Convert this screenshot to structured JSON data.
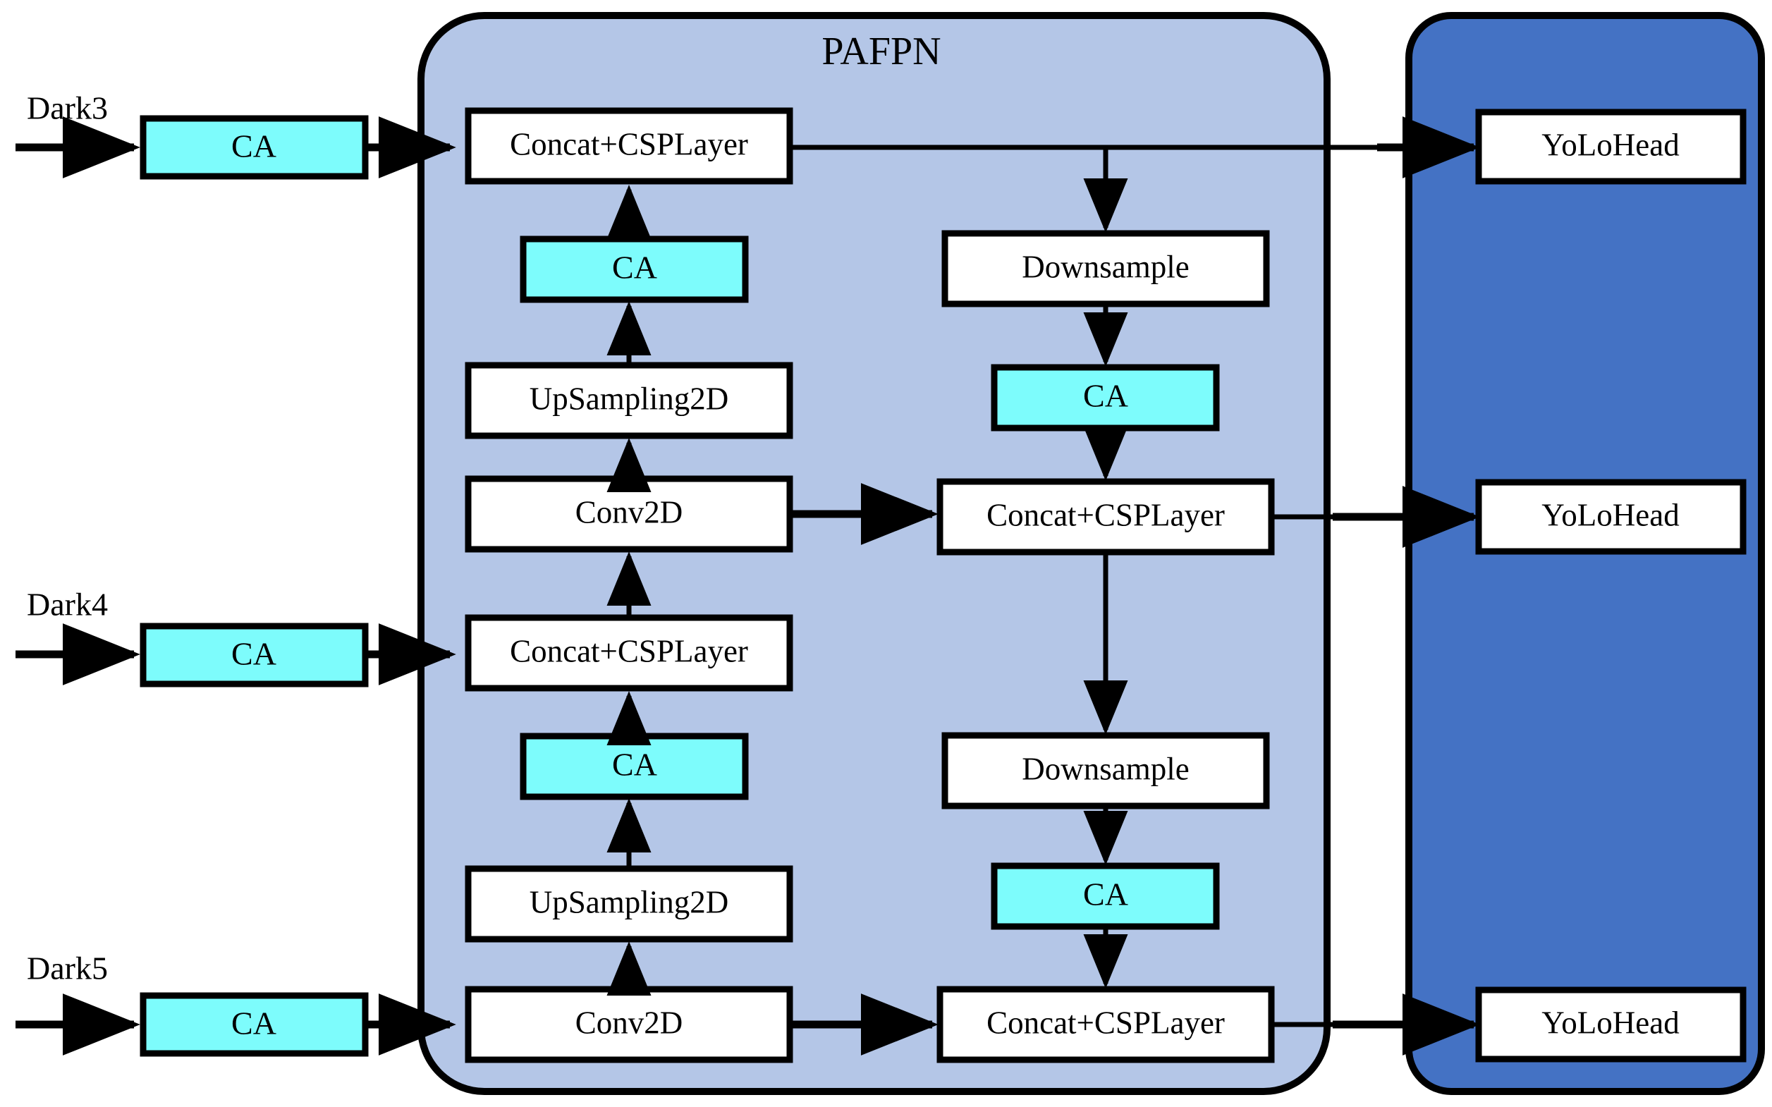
{
  "diagram": {
    "title": "PAFPN network architecture with Coordinate Attention and YoLoHead outputs",
    "colors": {
      "panel_light_blue": "#b4c6e7",
      "panel_dark_blue": "#4472c4",
      "attention_block_cyan": "#7dfcfc",
      "node_white": "#ffffff",
      "stroke_black": "#000000"
    },
    "panels": {
      "pafpn": {
        "label": "PAFPN"
      },
      "head": {
        "label": ""
      }
    },
    "inputs": [
      {
        "label": "Dark3"
      },
      {
        "label": "Dark4"
      },
      {
        "label": "Dark5"
      }
    ],
    "input_attention": [
      {
        "label": "CA"
      },
      {
        "label": "CA"
      },
      {
        "label": "CA"
      }
    ],
    "left_column": [
      {
        "label": "Concat+CSPLayer"
      },
      {
        "label": "CA"
      },
      {
        "label": "UpSampling2D"
      },
      {
        "label": "Conv2D"
      },
      {
        "label": "Concat+CSPLayer"
      },
      {
        "label": "CA"
      },
      {
        "label": "UpSampling2D"
      },
      {
        "label": "Conv2D"
      }
    ],
    "right_column": [
      {
        "label": "Downsample"
      },
      {
        "label": "CA"
      },
      {
        "label": "Concat+CSPLayer"
      },
      {
        "label": "Downsample"
      },
      {
        "label": "CA"
      },
      {
        "label": "Concat+CSPLayer"
      }
    ],
    "heads": [
      {
        "label": "YoLoHead"
      },
      {
        "label": "YoLoHead"
      },
      {
        "label": "YoLoHead"
      }
    ]
  }
}
